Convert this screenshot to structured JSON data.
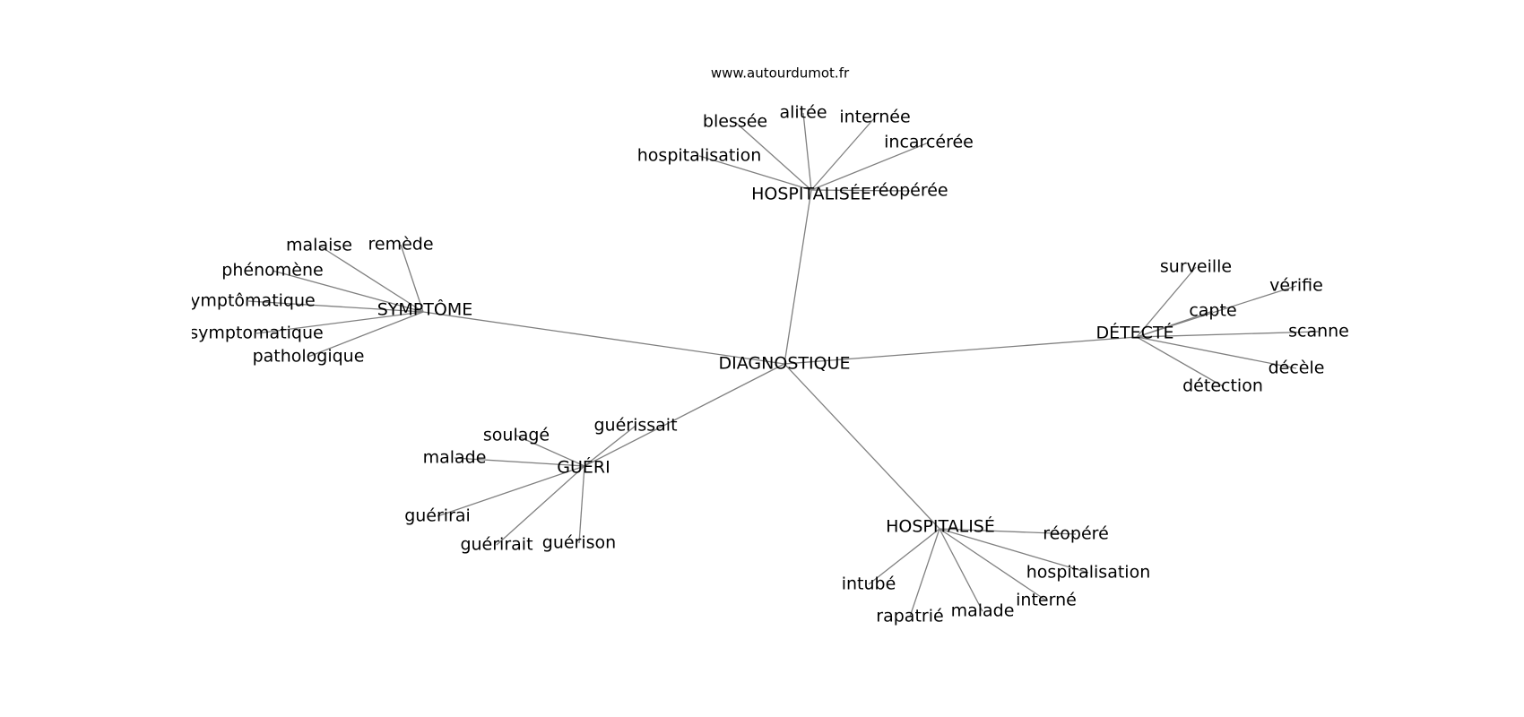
{
  "source": "www.autourdumot.fr",
  "colors": {
    "edge": "#808080",
    "text": "#000000",
    "background": "#ffffff"
  },
  "graph": {
    "center": "DIAGNOSTIQUE",
    "hubs": [
      {
        "label": "HOSPITALISÉE",
        "words": [
          "blessée",
          "alitée",
          "internée",
          "incarcérée",
          "hospitalisation",
          "réopérée"
        ]
      },
      {
        "label": "SYMPTÔME",
        "words": [
          "malaise",
          "remède",
          "phénomène",
          "symptômatique",
          "symptomatique",
          "pathologique"
        ]
      },
      {
        "label": "DÉTECTÉ",
        "words": [
          "surveille",
          "vérifie",
          "capte",
          "scanne",
          "décèle",
          "détection"
        ]
      },
      {
        "label": "GUÉRI",
        "words": [
          "guérissait",
          "soulagé",
          "malade",
          "guérirai",
          "guérirait",
          "guérison"
        ]
      },
      {
        "label": "HOSPITALISÉ",
        "words": [
          "réopéré",
          "hospitalisation",
          "interné",
          "intubé",
          "rapatrié",
          "malade"
        ]
      }
    ]
  }
}
